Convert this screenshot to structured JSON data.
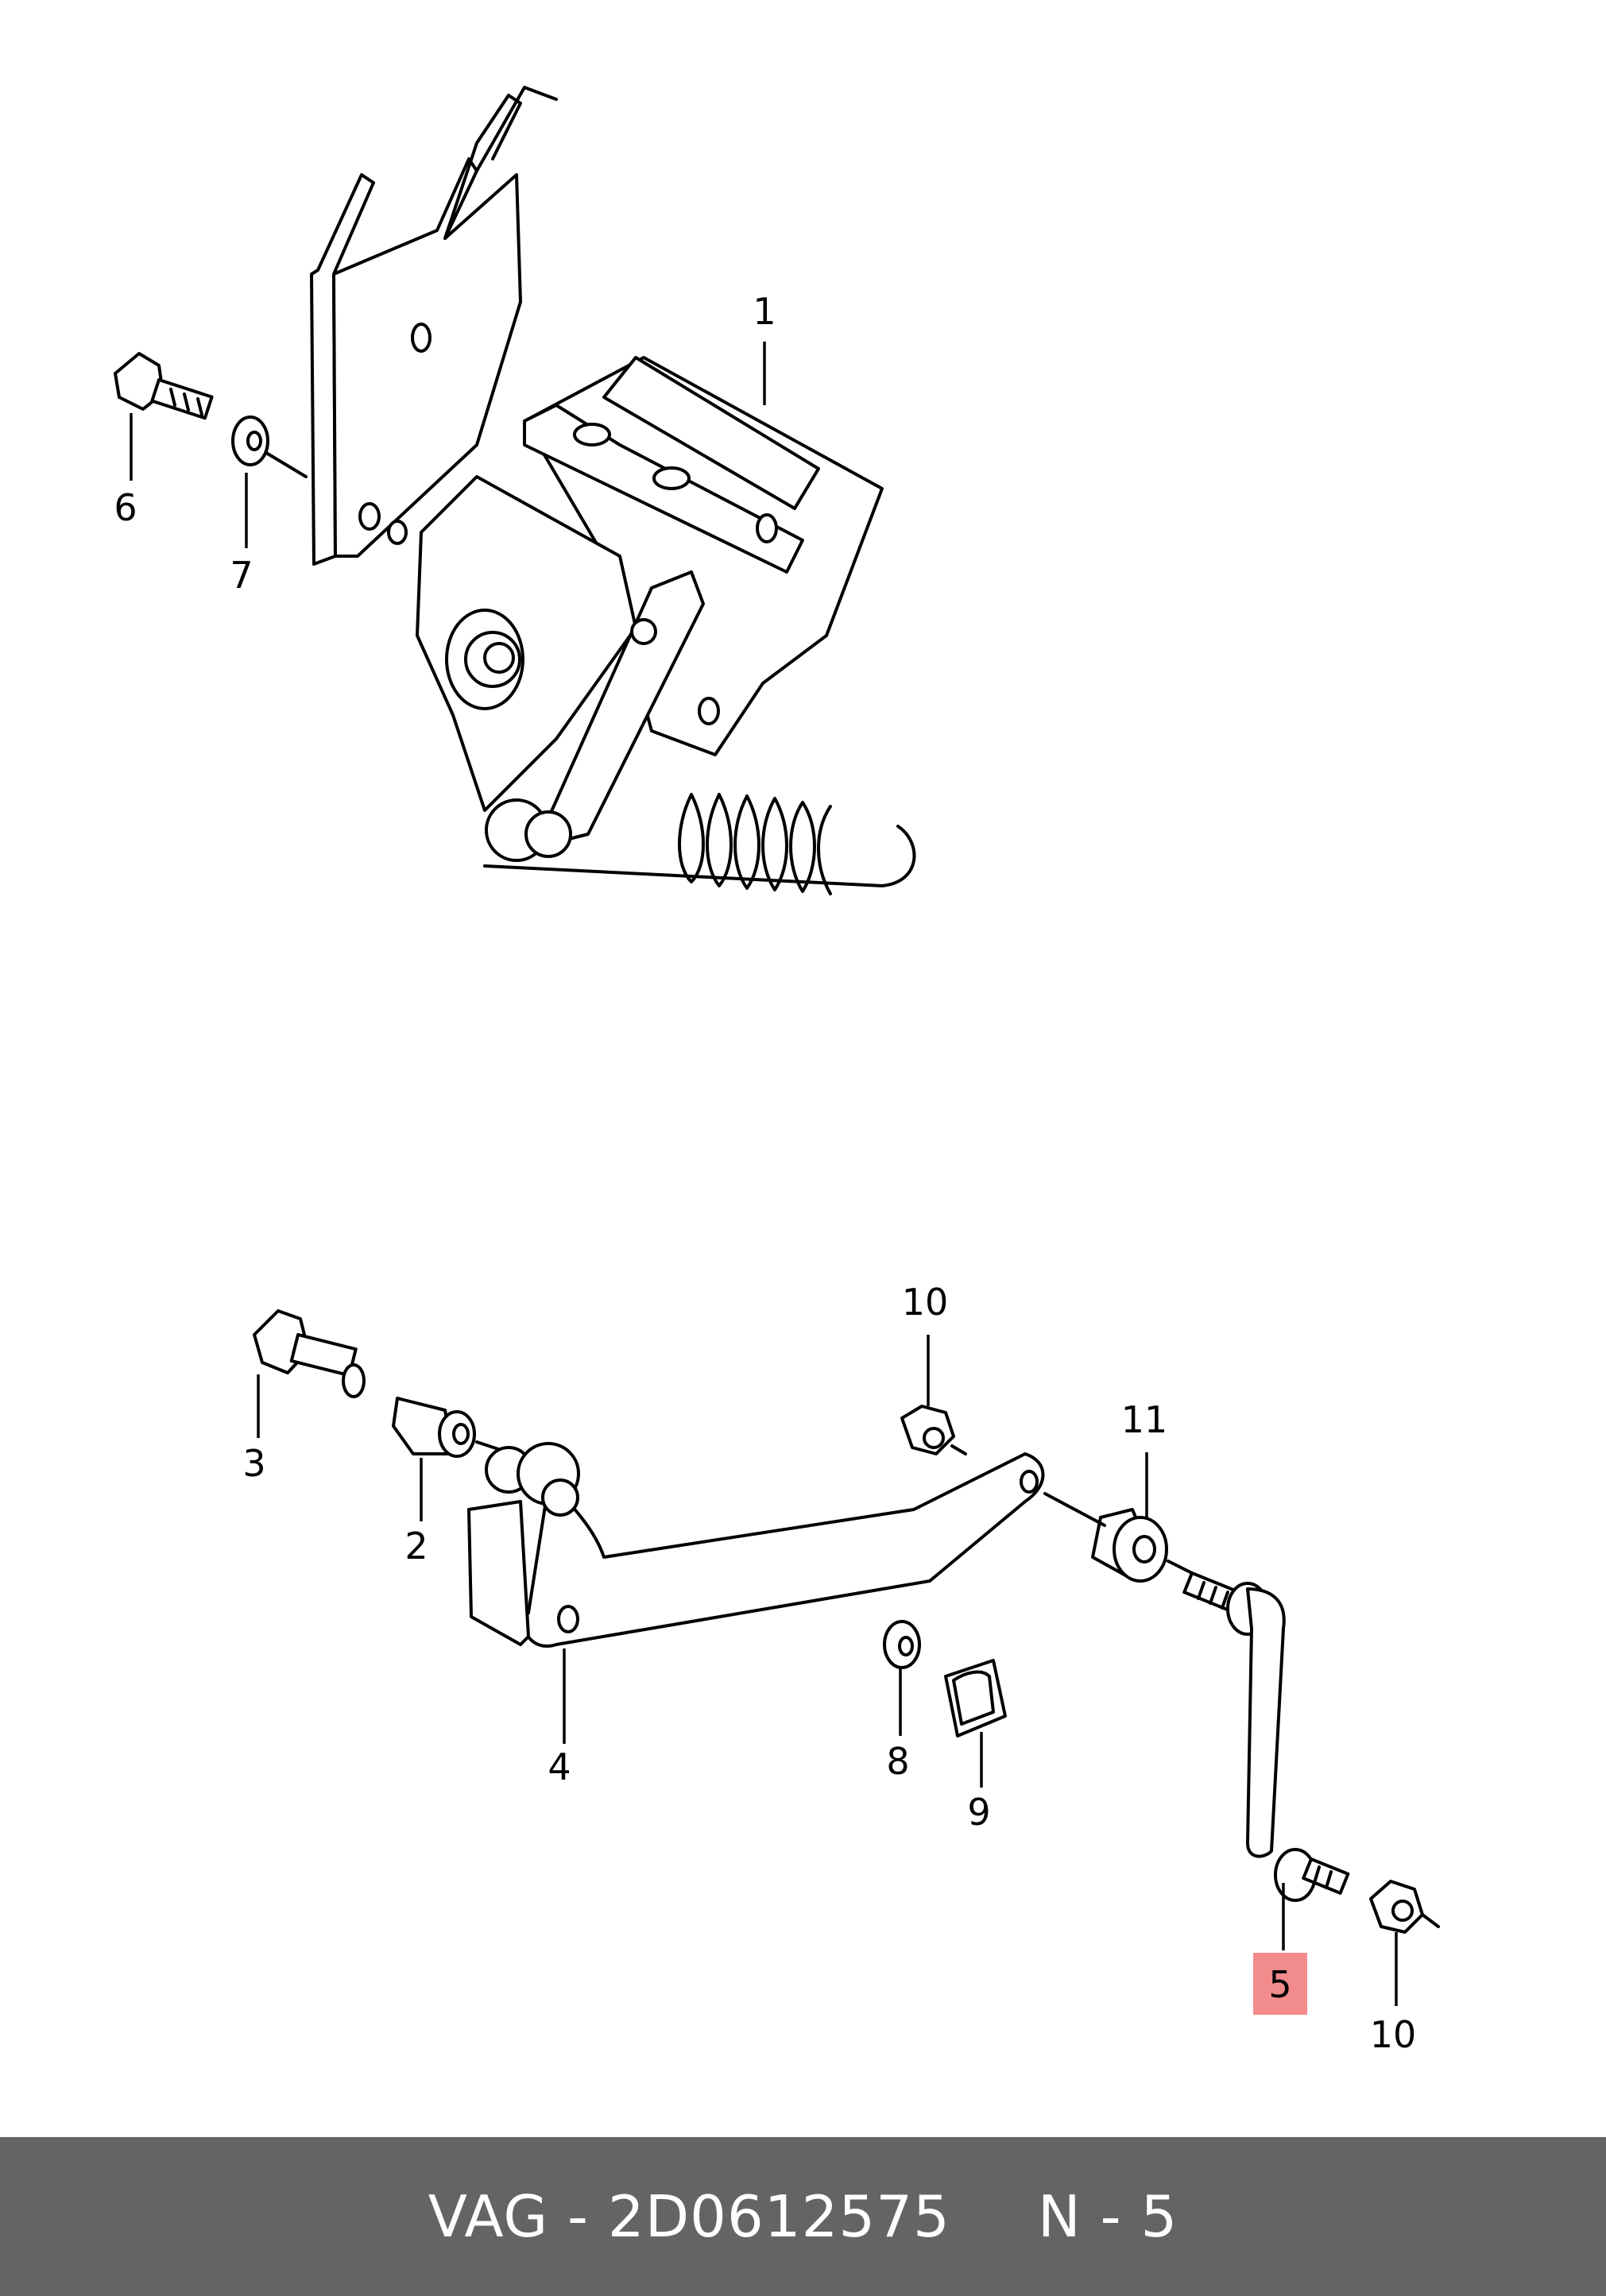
{
  "callouts": {
    "c1": "1",
    "c2": "2",
    "c3": "3",
    "c4": "4",
    "c5": "5",
    "c6": "6",
    "c7": "7",
    "c8": "8",
    "c9": "9",
    "c10a": "10",
    "c10b": "10",
    "c11": "11"
  },
  "highlight_color": "#f28b8b",
  "footer": {
    "part_number": "VAG - 2D0612575",
    "position": "N - 5"
  }
}
